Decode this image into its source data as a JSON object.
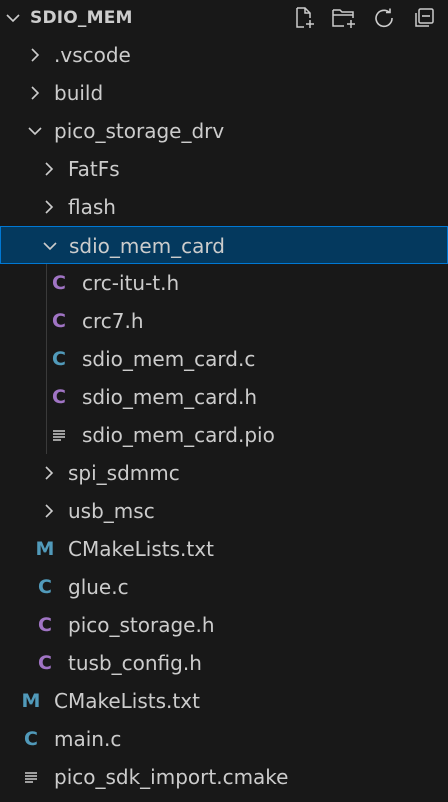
{
  "explorer": {
    "title": "SDIO_MEM",
    "actions": [
      {
        "name": "new-file-icon"
      },
      {
        "name": "new-folder-icon"
      },
      {
        "name": "refresh-icon"
      },
      {
        "name": "collapse-all-icon"
      }
    ]
  },
  "tree": [
    {
      "label": ".vscode",
      "type": "folder",
      "expanded": false,
      "depth": 1
    },
    {
      "label": "build",
      "type": "folder",
      "expanded": false,
      "depth": 1
    },
    {
      "label": "pico_storage_drv",
      "type": "folder",
      "expanded": true,
      "depth": 1
    },
    {
      "label": "FatFs",
      "type": "folder",
      "expanded": false,
      "depth": 2
    },
    {
      "label": "flash",
      "type": "folder",
      "expanded": false,
      "depth": 2
    },
    {
      "label": "sdio_mem_card",
      "type": "folder",
      "expanded": true,
      "depth": 2,
      "selected": true
    },
    {
      "label": "crc-itu-t.h",
      "type": "file",
      "icon": "c-header",
      "icon_glyph": "C",
      "depth": 3
    },
    {
      "label": "crc7.h",
      "type": "file",
      "icon": "c-header",
      "icon_glyph": "C",
      "depth": 3
    },
    {
      "label": "sdio_mem_card.c",
      "type": "file",
      "icon": "c-source",
      "icon_glyph": "C",
      "depth": 3
    },
    {
      "label": "sdio_mem_card.h",
      "type": "file",
      "icon": "c-header",
      "icon_glyph": "C",
      "depth": 3
    },
    {
      "label": "sdio_mem_card.pio",
      "type": "file",
      "icon": "text",
      "depth": 3
    },
    {
      "label": "spi_sdmmc",
      "type": "folder",
      "expanded": false,
      "depth": 2
    },
    {
      "label": "usb_msc",
      "type": "folder",
      "expanded": false,
      "depth": 2
    },
    {
      "label": "CMakeLists.txt",
      "type": "file",
      "icon": "cmake",
      "icon_glyph": "M",
      "depth": 2
    },
    {
      "label": "glue.c",
      "type": "file",
      "icon": "c-source",
      "icon_glyph": "C",
      "depth": 2
    },
    {
      "label": "pico_storage.h",
      "type": "file",
      "icon": "c-header",
      "icon_glyph": "C",
      "depth": 2
    },
    {
      "label": "tusb_config.h",
      "type": "file",
      "icon": "c-header",
      "icon_glyph": "C",
      "depth": 2
    },
    {
      "label": "CMakeLists.txt",
      "type": "file",
      "icon": "cmake",
      "icon_glyph": "M",
      "depth": 1
    },
    {
      "label": "main.c",
      "type": "file",
      "icon": "c-source",
      "icon_glyph": "C",
      "depth": 1
    },
    {
      "label": "pico_sdk_import.cmake",
      "type": "file",
      "icon": "text",
      "depth": 1
    }
  ],
  "colors": {
    "background": "#181818",
    "text": "#cccccc",
    "selection_bg": "#04395e",
    "selection_border": "#0078d4",
    "c_source_icon": "#519aba",
    "c_header_icon": "#a074c4",
    "cmake_icon": "#519aba"
  }
}
